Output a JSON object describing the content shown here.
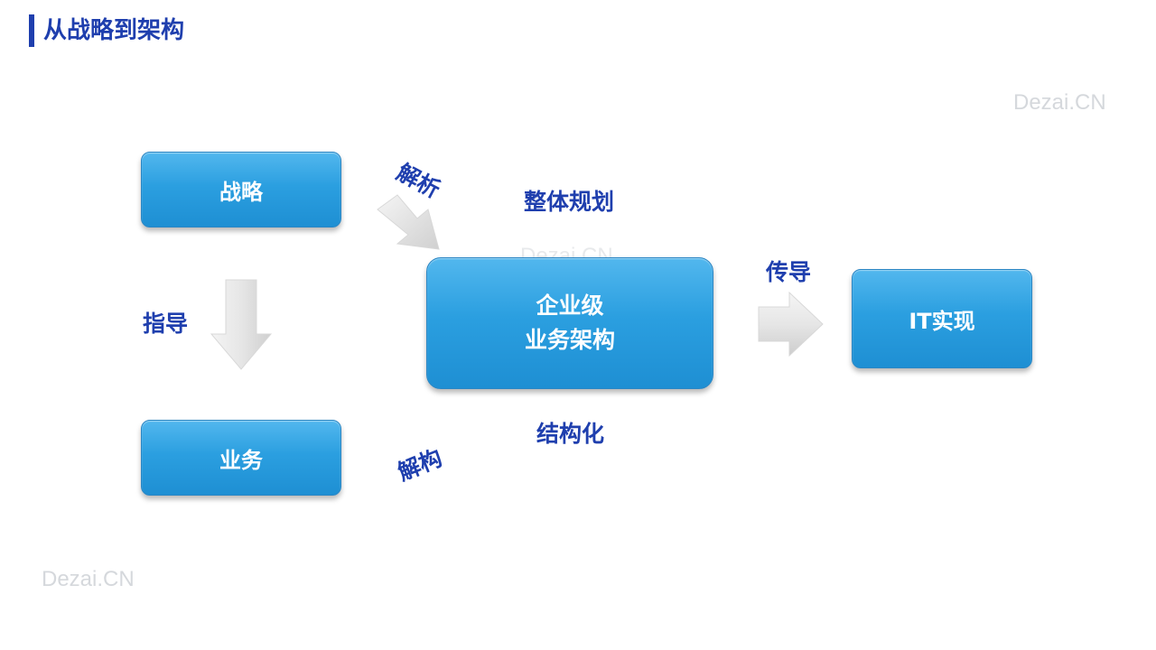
{
  "header": {
    "title": "从战略到架构"
  },
  "watermarks": [
    "Dezai.CN",
    "Dezai.CN",
    "Dezai.CN"
  ],
  "nodes": {
    "strategy": "战略",
    "business": "业务",
    "enterprise_line1": "企业级",
    "enterprise_line2": "业务架构",
    "it": "IT实现"
  },
  "labels": {
    "guide": "指导",
    "analyze": "解析",
    "deconstruct": "解构",
    "overall_planning": "整体规划",
    "structured": "结构化",
    "conduct": "传导"
  },
  "colors": {
    "title": "#1f3fae",
    "box_top": "#52b7ee",
    "box_bottom": "#1e8fd3",
    "arrow": "#e2e2e2"
  }
}
